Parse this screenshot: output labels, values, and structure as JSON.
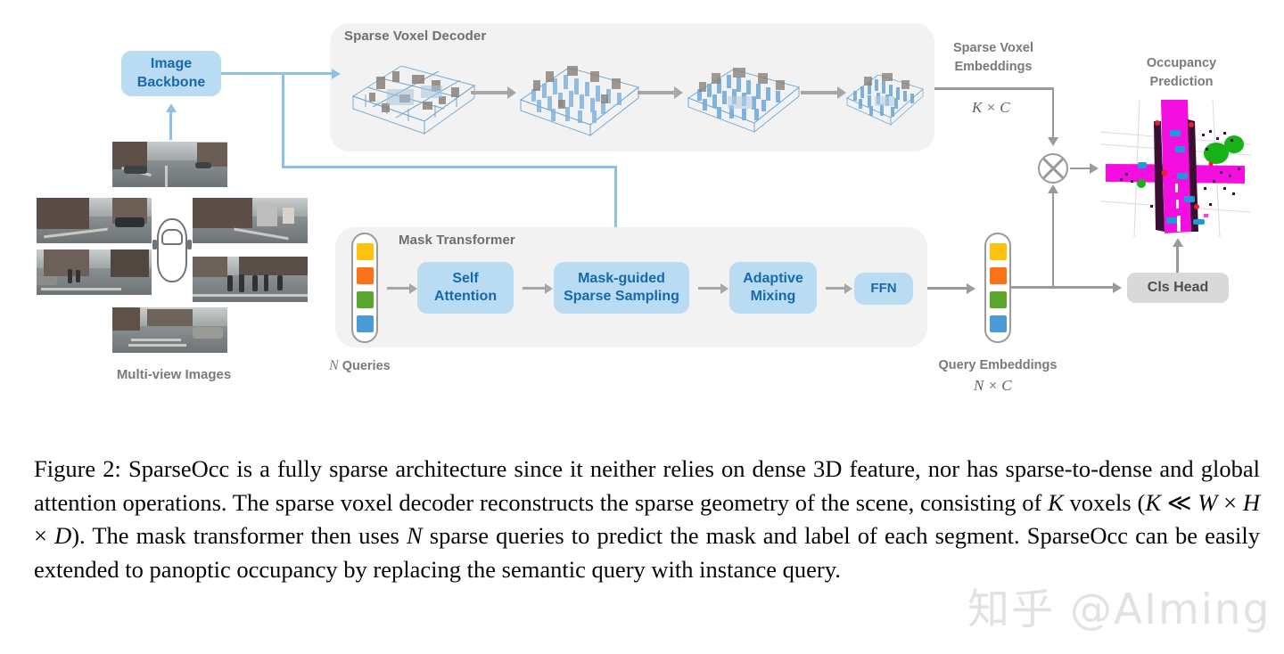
{
  "figure": {
    "panels": {
      "sparse_voxel_decoder": {
        "title": "Sparse Voxel Decoder"
      },
      "mask_transformer": {
        "title": "Mask Transformer"
      }
    },
    "modules": {
      "image_backbone": "Image\nBackbone",
      "self_attention": "Self\nAttention",
      "mask_guided_sparse_sampling": "Mask-guided\nSparse Sampling",
      "adaptive_mixing": "Adaptive\nMixing",
      "ffn": "FFN",
      "cls_head": "Cls Head"
    },
    "labels": {
      "multi_view_images": "Multi-view Images",
      "sparse_voxel_embeddings": "Sparse Voxel\nEmbeddings",
      "sparse_voxel_dim": "K × C",
      "occupancy_prediction": "Occupancy\nPrediction",
      "query_embeddings": "Query Embeddings",
      "query_embeddings_dim": "N × C",
      "n_queries_prefix": "N",
      "n_queries_suffix": "Queries"
    },
    "query_colors": [
      "#FFC20E",
      "#F97316",
      "#5AA52C",
      "#4A9BD6"
    ],
    "accent_colors": {
      "module_fill": "#b9dcf3",
      "module_text": "#1669ab",
      "panel_fill": "#f2f2f2",
      "grey_box_fill": "#d9d9d9",
      "connector_grey": "#9a9a9a",
      "connector_blue": "#8cc2e8",
      "occupancy_magenta": "#f20fe0",
      "occupancy_green": "#18b118",
      "occupancy_dark": "#3a0d33",
      "occupancy_blue": "#1d9bd8"
    }
  },
  "caption": {
    "number": "Figure 2:",
    "line1": " SparseOcc is a fully sparse architecture since it neither relies on dense 3D feature, nor has sparse-to-dense and global attention operations. The sparse voxel decoder reconstructs the sparse geometry of the scene, consisting of ",
    "k1": "K",
    "seg2": " voxels (",
    "k2": "K",
    "op_ll": " ≪ ",
    "w": "W",
    "x1": " × ",
    "h": "H",
    "x2": " × ",
    "d": "D",
    "seg3": "). The mask transformer then uses ",
    "n": "N",
    "seg4": " sparse queries to predict the mask and label of each segment. SparseOcc can be easily extended to panoptic occupancy by replacing the semantic query with instance query."
  },
  "watermark": {
    "text": "知乎 @AIming"
  }
}
